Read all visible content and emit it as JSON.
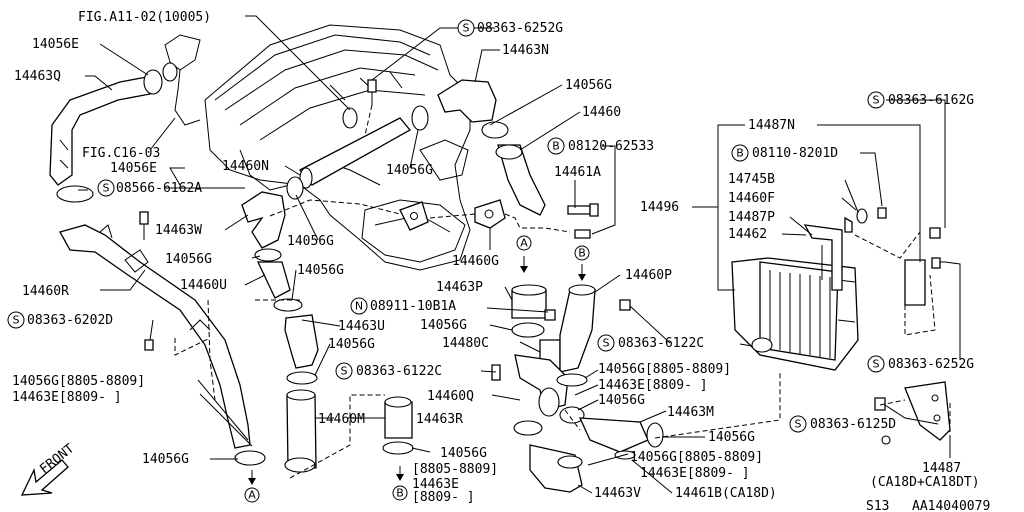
{
  "labels": {
    "fig_a11": "FIG.A11-02(10005)",
    "p14056E_top": "14056E",
    "p14463Q": "14463Q",
    "fig_c16": "FIG.C16-03",
    "p14056E_mid": "14056E",
    "s08566": "08566-6162A",
    "p14463W": "14463W",
    "p14056G_1": "14056G",
    "p14460U": "14460U",
    "p14056G_2": "14056G",
    "p14460R": "14460R",
    "s08363_6202": "08363-6202D",
    "p14056G_3": "14056G[8805-8809]",
    "p14463E_1": "14463E[8809-      ]",
    "p14056G_bl": "14056G",
    "front": "FRONT",
    "s08363_6252_top": "08363-6252G",
    "p14463N": "14463N",
    "p14056G_4": "14056G",
    "p14460": "14460",
    "b08120": "08120-62533",
    "p14461A": "14461A",
    "p14460N": "14460N",
    "p14056G_5": "14056G",
    "p14056G_6": "14056G",
    "p14460G": "14460G",
    "p14463P": "14463P",
    "n08911": "08911-10B1A",
    "p14056G_7": "14056G",
    "p14480C": "14480C",
    "p14463U": "14463U",
    "p14056G_8": "14056G",
    "s08363_6122_mid": "08363-6122C",
    "p14460M": "14460M",
    "p14463R": "14463R",
    "p14056G_9": "14056G",
    "p8805_1": "[8805-8809]",
    "p14463E_2": "14463E",
    "p8809_1": "[8809-      ]",
    "p14460P": "14460P",
    "s08363_6122_r": "08363-6122C",
    "p14056G_10": "14056G[8805-8809]",
    "p14463E_3": "14463E[8809-      ]",
    "p14460Q": "14460Q",
    "p14056G_11": "14056G",
    "p14463M": "14463M",
    "p14056G_12": "14056G",
    "p14056G_13": "14056G[8805-8809]",
    "p14463E_4": "14463E[8809-      ]",
    "p14463V": "14463V",
    "p14461B": "14461B(CA18D)",
    "s08363_6162": "08363-6162G",
    "p14487N": "14487N",
    "b08110": "08110-8201D",
    "p14745B": "14745B",
    "p14496": "14496",
    "p14460F": "14460F",
    "p14487P": "14487P",
    "p14462": "14462",
    "s08363_6252_r": "08363-6252G",
    "s08363_6125": "08363-6125D",
    "p14487": "14487",
    "ca18": "(CA18D+CA18DT)",
    "s13": "S13",
    "code": "AA14040079"
  },
  "markers": {
    "s": "S",
    "b": "B",
    "n": "N",
    "a": "A"
  }
}
